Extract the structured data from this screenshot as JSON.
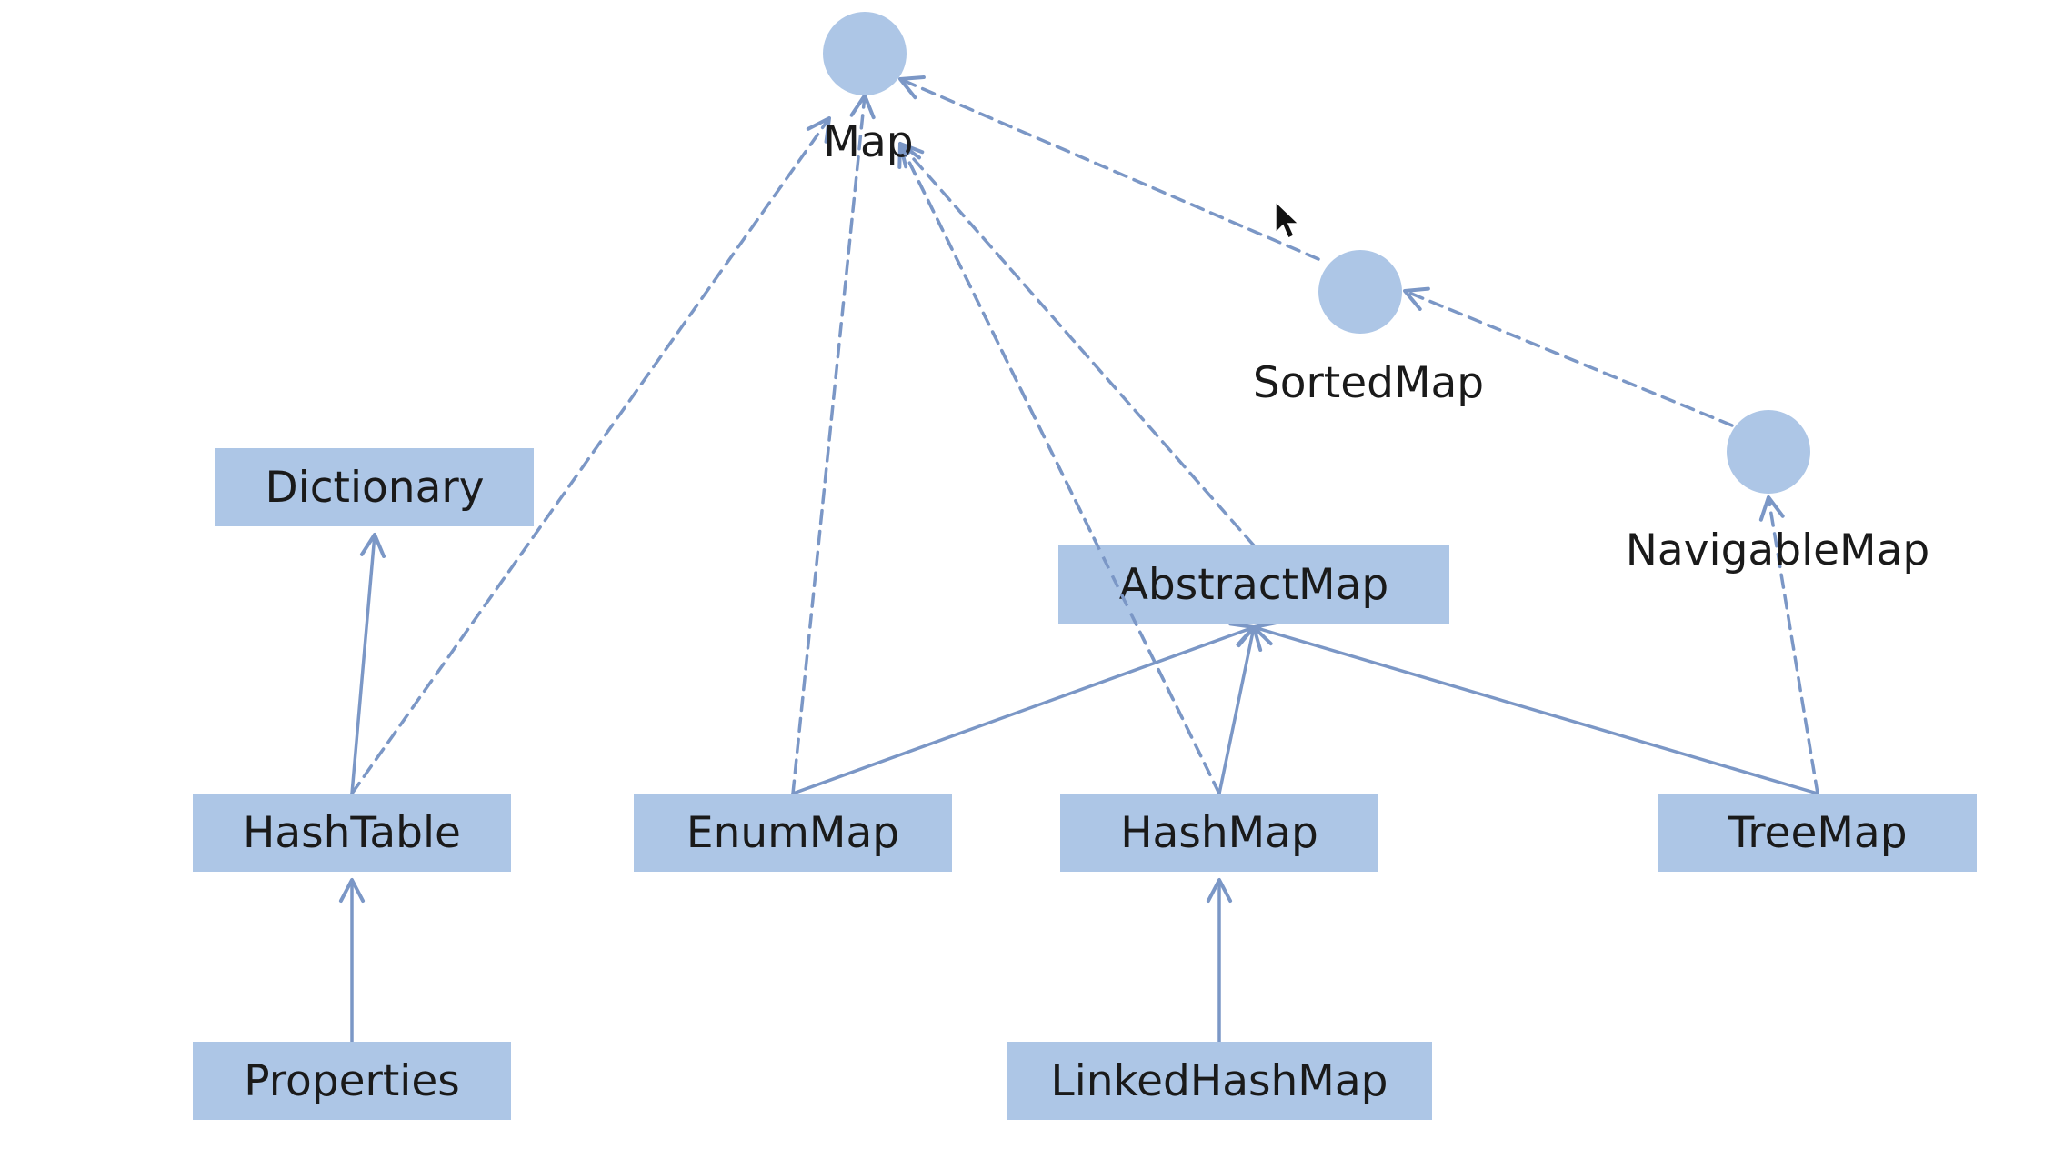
{
  "diagram": {
    "colors": {
      "box_fill": "#adc6e6",
      "circle_fill": "#adc6e6",
      "edge": "#7b97c6",
      "label": "#1a1a1a",
      "background": "#ffffff"
    },
    "interfaces": [
      {
        "id": "map",
        "label": "Map"
      },
      {
        "id": "sortedmap",
        "label": "SortedMap"
      },
      {
        "id": "navigablemap",
        "label": "NavigableMap"
      }
    ],
    "classes": [
      {
        "id": "dictionary",
        "label": "Dictionary"
      },
      {
        "id": "abstractmap",
        "label": "AbstractMap"
      },
      {
        "id": "hashtable",
        "label": "HashTable"
      },
      {
        "id": "enummap",
        "label": "EnumMap"
      },
      {
        "id": "hashmap",
        "label": "HashMap"
      },
      {
        "id": "treemap",
        "label": "TreeMap"
      },
      {
        "id": "properties",
        "label": "Properties"
      },
      {
        "id": "linkedhashmap",
        "label": "LinkedHashMap"
      }
    ],
    "edges": [
      {
        "from": "hashtable",
        "to": "dictionary",
        "style": "solid"
      },
      {
        "from": "properties",
        "to": "hashtable",
        "style": "solid"
      },
      {
        "from": "linkedhashmap",
        "to": "hashmap",
        "style": "solid"
      },
      {
        "from": "enummap",
        "to": "abstractmap",
        "style": "solid"
      },
      {
        "from": "hashmap",
        "to": "abstractmap",
        "style": "solid"
      },
      {
        "from": "treemap",
        "to": "abstractmap",
        "style": "solid"
      },
      {
        "from": "hashtable",
        "to": "map",
        "style": "dashed"
      },
      {
        "from": "enummap",
        "to": "map",
        "style": "dashed"
      },
      {
        "from": "hashmap",
        "to": "map",
        "style": "dashed"
      },
      {
        "from": "abstractmap",
        "to": "map",
        "style": "dashed"
      },
      {
        "from": "sortedmap",
        "to": "map",
        "style": "dashed"
      },
      {
        "from": "navigablemap",
        "to": "sortedmap",
        "style": "dashed"
      },
      {
        "from": "treemap",
        "to": "navigablemap",
        "style": "dashed"
      }
    ]
  }
}
